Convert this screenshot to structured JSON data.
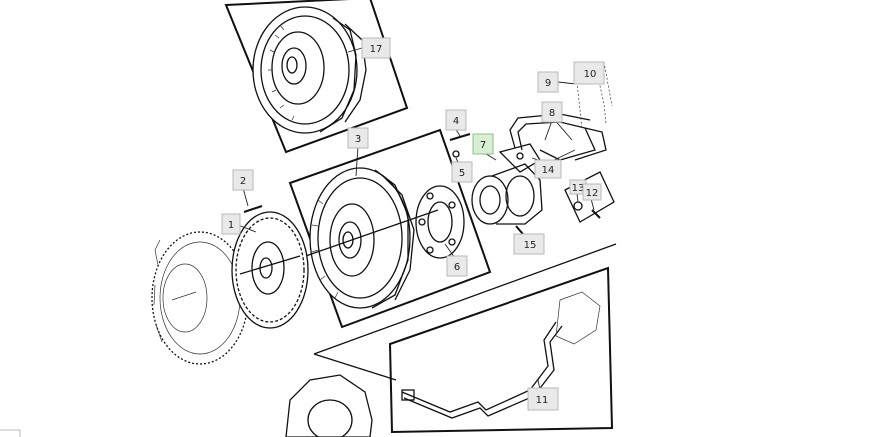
{
  "diagram": {
    "callouts": [
      {
        "id": "1",
        "label": "1"
      },
      {
        "id": "2",
        "label": "2"
      },
      {
        "id": "3",
        "label": "3"
      },
      {
        "id": "4",
        "label": "4"
      },
      {
        "id": "5",
        "label": "5"
      },
      {
        "id": "6",
        "label": "6"
      },
      {
        "id": "7",
        "label": "7",
        "active": true
      },
      {
        "id": "8",
        "label": "8"
      },
      {
        "id": "9",
        "label": "9"
      },
      {
        "id": "10",
        "label": "10"
      },
      {
        "id": "11",
        "label": "11"
      },
      {
        "id": "12",
        "label": "12"
      },
      {
        "id": "13",
        "label": "13"
      },
      {
        "id": "14",
        "label": "14"
      },
      {
        "id": "15",
        "label": "15"
      },
      {
        "id": "17",
        "label": "17"
      }
    ],
    "colors": {
      "ink": "#111111",
      "callout_bg": "#e9e9e9",
      "callout_active_bg": "#d9efd3"
    }
  }
}
